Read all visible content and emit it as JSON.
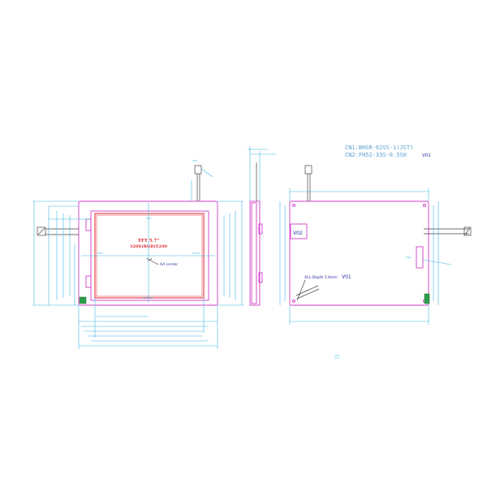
{
  "notes": {
    "connector1": "CN1:BHSR-02VS-1(JST)",
    "connector2": "CN2:FH52-33S-0.5SH",
    "version_top": "V01"
  },
  "front_view": {
    "model_line1": "TFT 5.7\"",
    "model_line2": "320X(RGB)X240",
    "aa_center": "AA center",
    "label_top": "TOP",
    "label_left": "LEFT",
    "label_right": "RIGHT",
    "label_bottom": "BOTTOM",
    "cn1_label": "CN1"
  },
  "back_view": {
    "v02": "V02",
    "v01": "V01",
    "depth_note": "ALL-Depth 5.6mm",
    "cn2_label": "CN2"
  },
  "colors": {
    "dimension": "#3fb6e6",
    "outline": "#d23cc8",
    "active_area": "#e0252d",
    "text_blue": "#2a2aa8",
    "component_green": "#2f9e4a"
  }
}
